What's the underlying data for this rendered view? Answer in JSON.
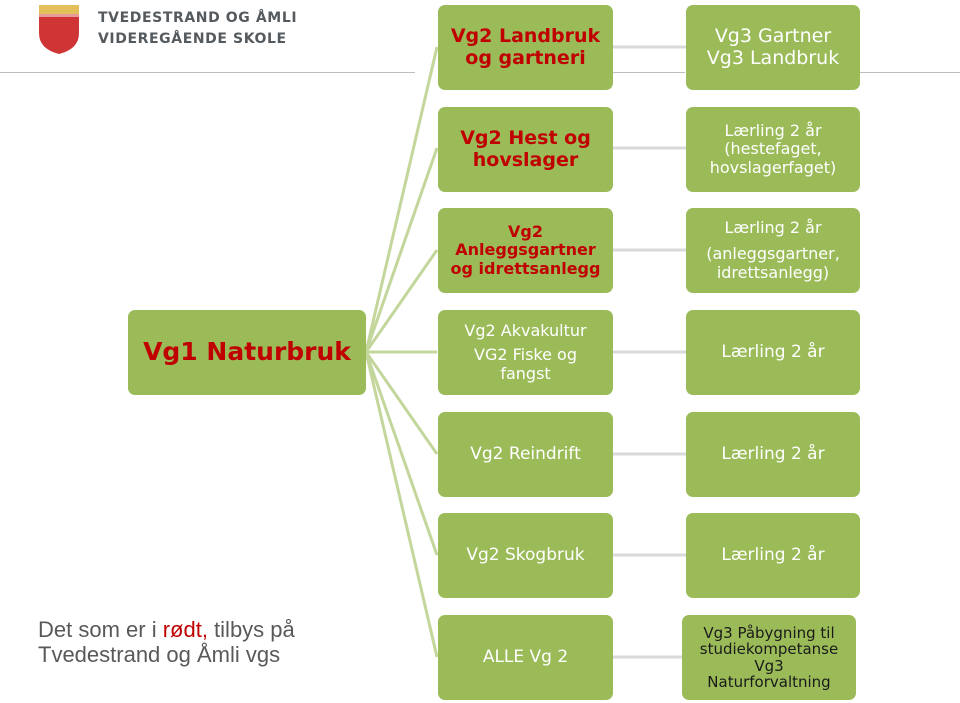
{
  "header": {
    "school_line1": "TVEDESTRAND OG ÅMLI",
    "school_line2": "VIDEREGÅENDE SKOLE",
    "logo_icon": "coat-of-arms-icon"
  },
  "vg1": {
    "label": "Vg1 Naturbruk"
  },
  "vg2": [
    {
      "lines": [
        "Vg2 Landbruk",
        "og gartneri"
      ],
      "offered": true
    },
    {
      "lines": [
        "Vg2 Hest og",
        "hovslager"
      ],
      "offered": true
    },
    {
      "lines": [
        "Vg2",
        "Anleggsgartner",
        "og idrettsanlegg"
      ],
      "offered": true
    },
    {
      "lines": [
        "Vg2 Akvakultur",
        "VG2 Fiske og",
        "fangst"
      ],
      "offered": false
    },
    {
      "lines": [
        "Vg2 Reindrift"
      ],
      "offered": false
    },
    {
      "lines": [
        "Vg2 Skogbruk"
      ],
      "offered": false
    },
    {
      "lines": [
        "ALLE Vg 2"
      ],
      "offered": false
    }
  ],
  "vg3": [
    {
      "lines": [
        "Vg3 Gartner",
        "Vg3 Landbruk"
      ]
    },
    {
      "lines": [
        "Lærling 2 år",
        "(hestefaget,",
        "hovslagerfaget)"
      ]
    },
    {
      "lines": [
        "Lærling 2 år",
        "(anleggsgartner,",
        "idrettsanlegg)"
      ]
    },
    {
      "lines": [
        "Lærling 2 år"
      ]
    },
    {
      "lines": [
        "Lærling 2 år"
      ]
    },
    {
      "lines": [
        "Lærling 2 år"
      ]
    },
    {
      "lines": [
        "Vg3 Påbygning til",
        "studiekompetanse",
        "Vg3",
        "Naturforvaltning"
      ]
    }
  ],
  "note": {
    "part1": "Det som er i ",
    "highlight": "rødt,",
    "part2": " tilbys på",
    "line2": "Tvedestrand og Åmli vgs"
  },
  "colors": {
    "box_green": "#9bbb59",
    "offered_red": "#c00000",
    "connector_green": "#c3d69b",
    "connector_grey": "#d9d9d9"
  }
}
